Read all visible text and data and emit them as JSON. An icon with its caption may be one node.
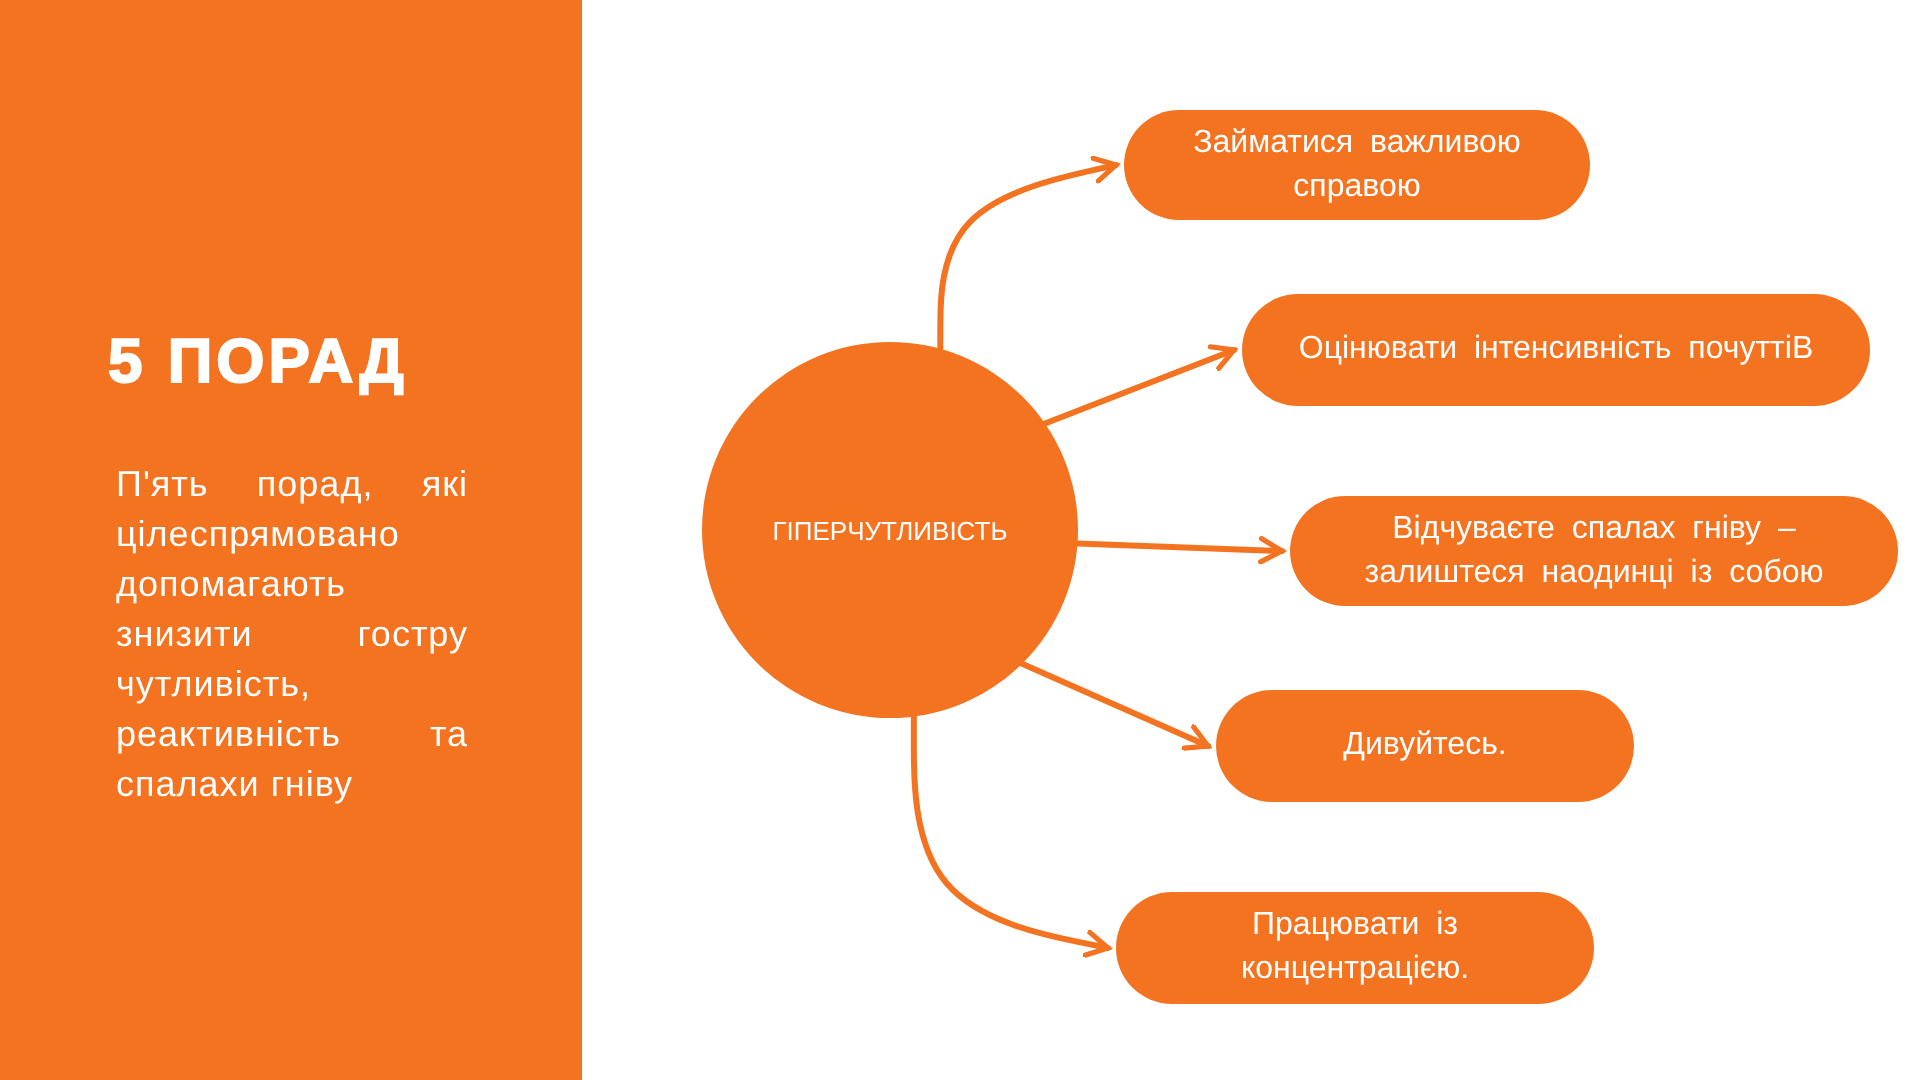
{
  "diagram": {
    "nodes": [
      {
        "text": [
          "5 ПОРАД",
          "П'ять порад, які цілеспрямовано допомагають знизити гостру чутливість, реактивність та спалахи гніву"
        ]
      },
      {
        "text": [
          "ГІПЕРЧУТЛИВІСТЬ"
        ]
      },
      {
        "text": [
          "Займатися важливою справою"
        ]
      },
      {
        "text": [
          "Оцінювати інтенсивність почуттіВ"
        ]
      },
      {
        "text": [
          "Відчуваєте спалах гніву – залиштеся наодинці із собою"
        ]
      },
      {
        "text": [
          "Дивуйтесь."
        ]
      },
      {
        "text": [
          "Працювати із концентрацією."
        ]
      }
    ],
    "edges": [
      {
        "from": 1,
        "to": 2,
        "arrow": "to"
      },
      {
        "from": 1,
        "to": 3,
        "arrow": "to"
      },
      {
        "from": 1,
        "to": 4,
        "arrow": "to"
      },
      {
        "from": 1,
        "to": 5,
        "arrow": "to"
      },
      {
        "from": 1,
        "to": 6,
        "arrow": "to"
      }
    ]
  }
}
